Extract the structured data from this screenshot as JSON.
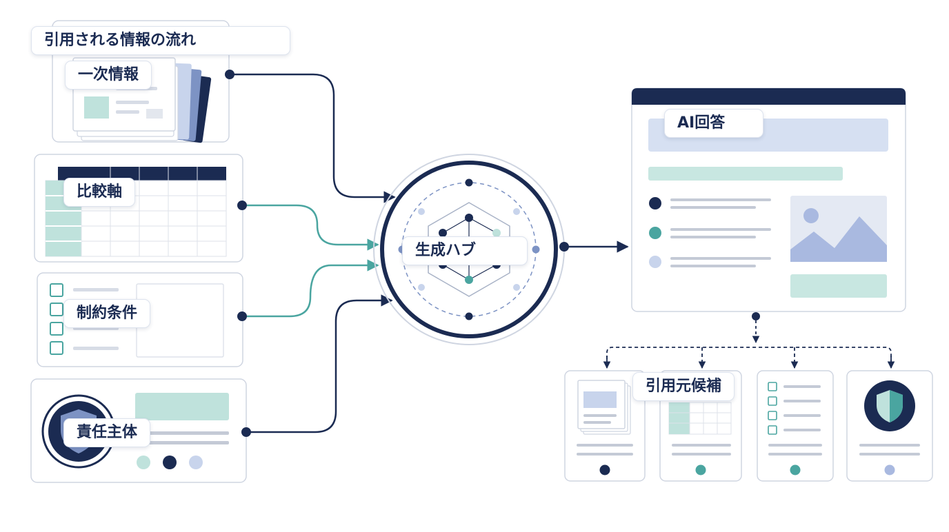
{
  "title": "引用される情報の流れ",
  "inputs": [
    {
      "id": "primary",
      "label": "一次情報"
    },
    {
      "id": "compare",
      "label": "比較軸"
    },
    {
      "id": "constraints",
      "label": "制約条件"
    },
    {
      "id": "responsible",
      "label": "責任主体"
    }
  ],
  "hub": {
    "label": "生成ハブ"
  },
  "answer": {
    "label": "AI回答"
  },
  "citations": {
    "label": "引用元候補"
  },
  "colors": {
    "navy": "#1b2b52",
    "teal": "#4aa5a0",
    "mint": "#bfe2dc",
    "lightblue": "#c8d4ec",
    "border": "#cfd5e1"
  }
}
